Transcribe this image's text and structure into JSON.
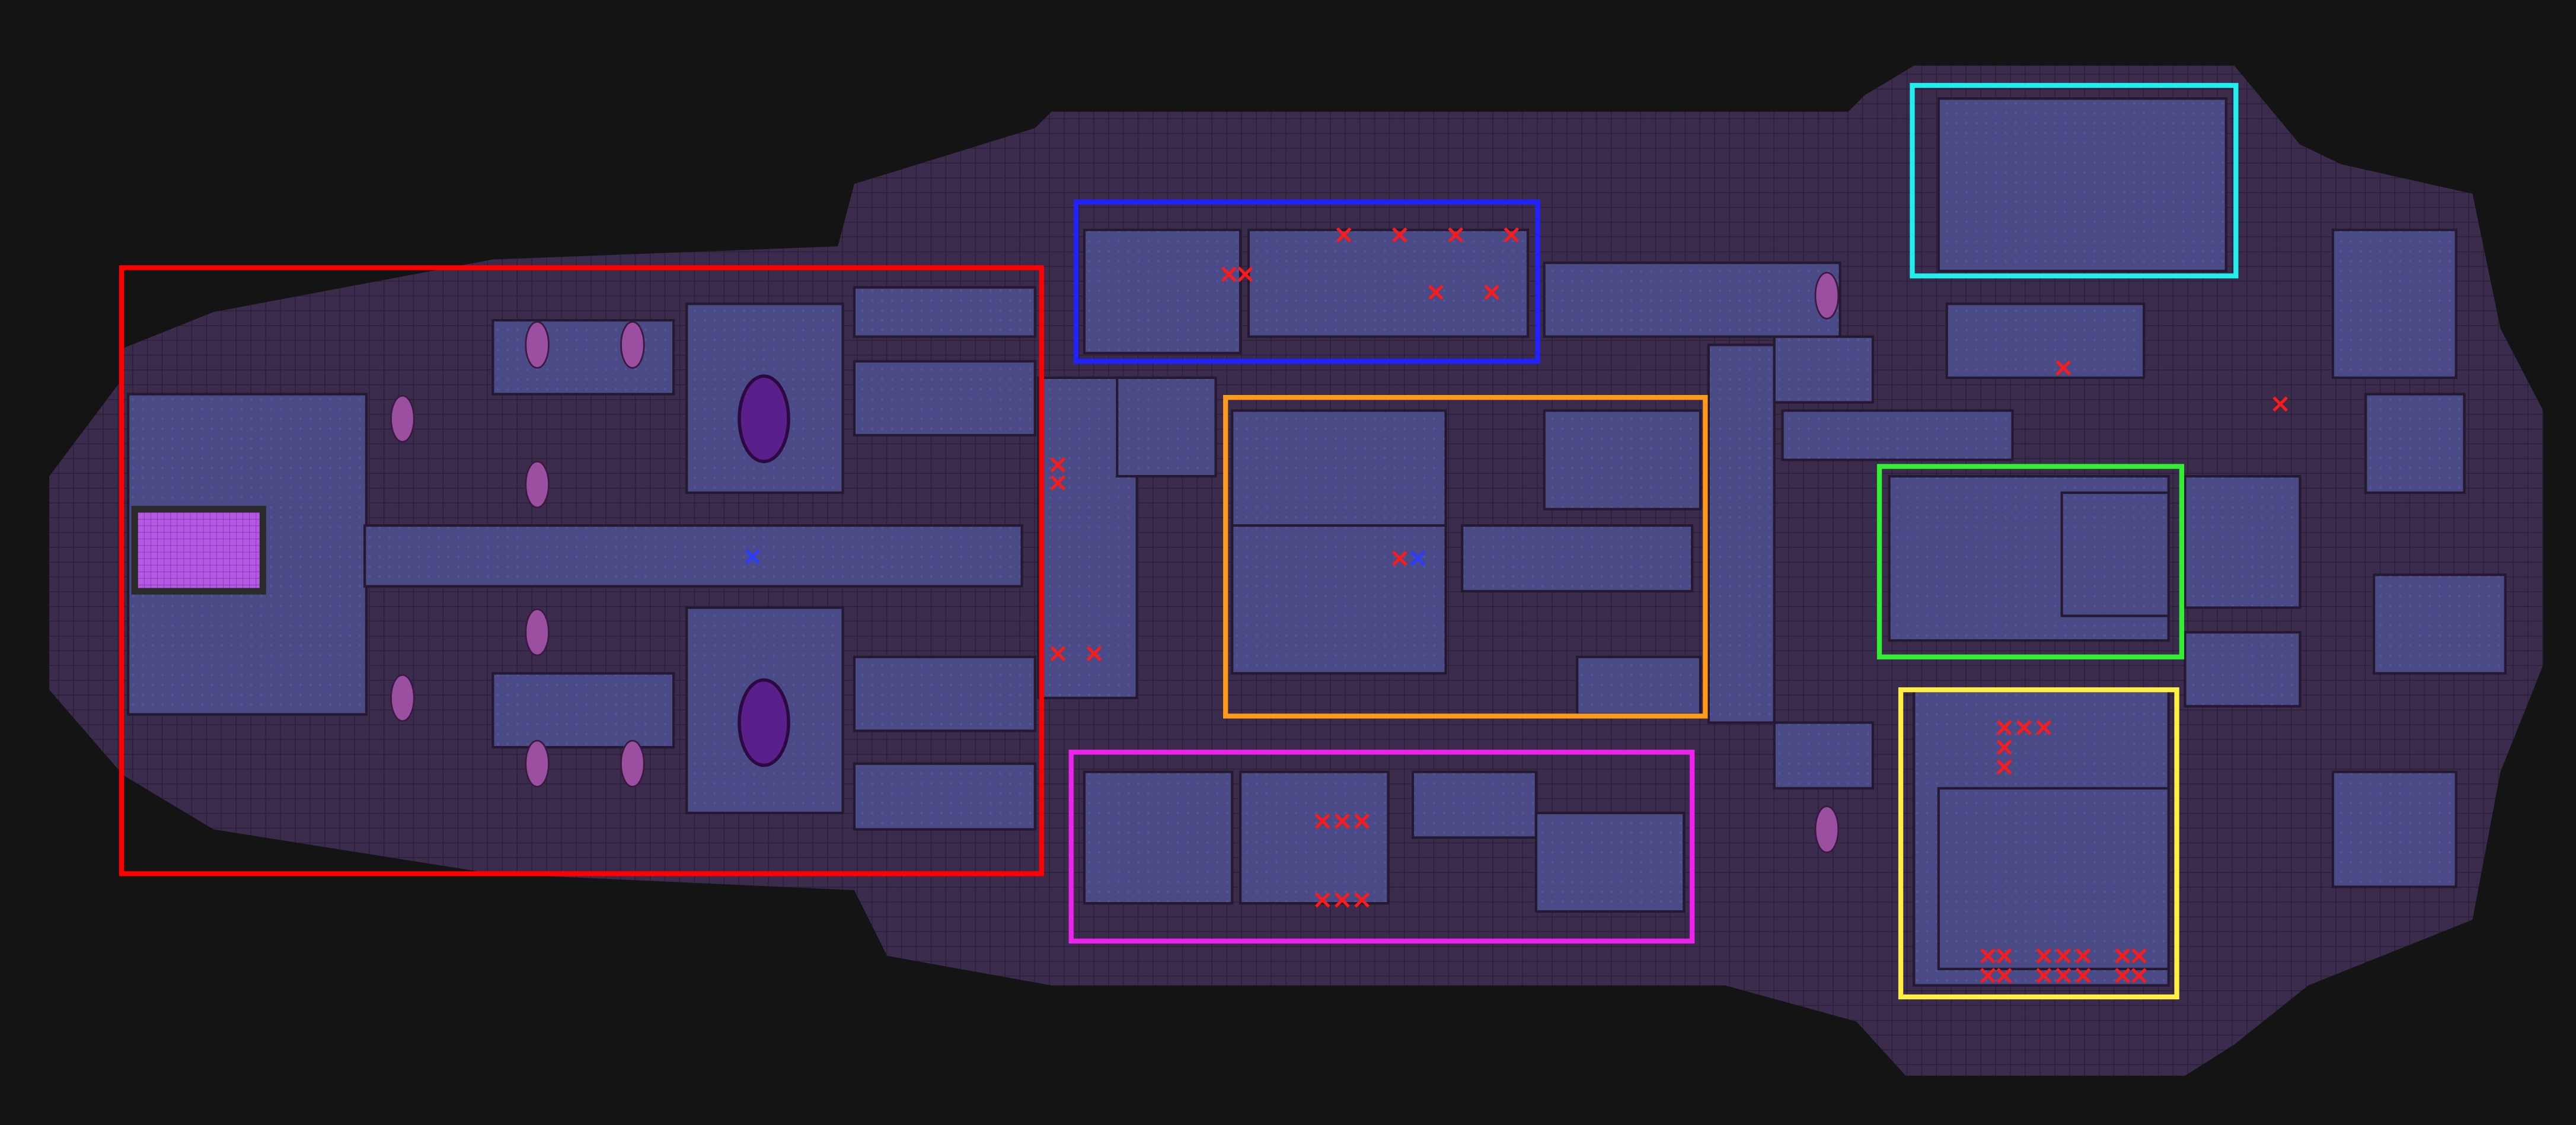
{
  "map": {
    "colors": {
      "space": "#141414",
      "hull": "#3b2b4d",
      "hull_grid": "#2c2038",
      "floor": "#4a4a86",
      "wall": "#2a1f35",
      "pad": "#b45ae0",
      "x_marker": "#ff1a1a",
      "blue_marker": "#2a3cff",
      "light": "#f2ecc0"
    },
    "highlight_zones": [
      {
        "id": "red-zone",
        "color": "#ff0000",
        "red_x_markers": 0
      },
      {
        "id": "blue-zone",
        "color": "#2222ff",
        "red_x_markers": 9
      },
      {
        "id": "cyan-zone",
        "color": "#22eeee",
        "red_x_markers": 0
      },
      {
        "id": "orange-zone",
        "color": "#ff9a1a",
        "red_x_markers": 1
      },
      {
        "id": "green-zone",
        "color": "#33ee33",
        "red_x_markers": 0
      },
      {
        "id": "magenta-zone",
        "color": "#ee22ee",
        "red_x_markers": 6
      },
      {
        "id": "yellow-zone",
        "color": "#ffee44",
        "red_x_markers": 20
      }
    ]
  }
}
